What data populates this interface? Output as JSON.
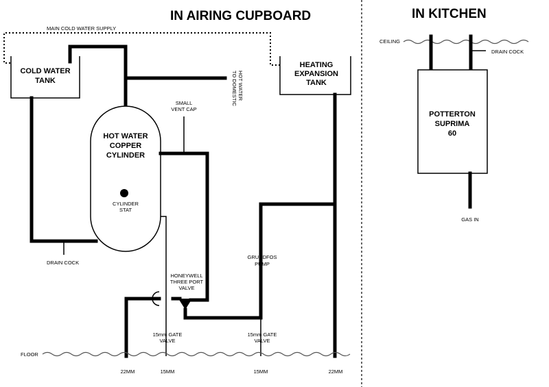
{
  "headings": {
    "airing_cupboard": "IN AIRING CUPBOARD",
    "kitchen": "IN KITCHEN"
  },
  "labels": {
    "main_supply": "MAIN COLD WATER SUPPLY",
    "cold_tank_1": "COLD WATER",
    "cold_tank_2": "TANK",
    "heating_tank_1": "HEATING",
    "heating_tank_2": "EXPANSION",
    "heating_tank_3": "TANK",
    "domestic_hot_1": "TO DOMESTIC",
    "domestic_hot_2": "HOT WATER",
    "vent_cap_1": "SMALL",
    "vent_cap_2": "VENT CAP",
    "cylinder_1": "HOT WATER",
    "cylinder_2": "COPPER",
    "cylinder_3": "CYLINDER",
    "cyl_stat_1": "CYLINDER",
    "cyl_stat_2": "STAT",
    "drain_cock_left": "DRAIN COCK",
    "pump_1": "GRUNDFOS",
    "pump_2": "PUMP",
    "valve_1": "HONEYWELL",
    "valve_2": "THREE PORT",
    "valve_3": "VALVE",
    "gate_left_1": "15mm GATE",
    "gate_left_2": "VALVE",
    "gate_right_1": "15mm GATE",
    "gate_right_2": "VALVE",
    "floor": "FLOOR",
    "pipe_22mm_left": "22MM",
    "pipe_15mm_left": "15MM",
    "pipe_15mm_right": "15MM",
    "pipe_22mm_right": "22MM",
    "ceiling": "CEILING",
    "drain_cock_right": "DRAIN COCK",
    "boiler_1": "POTTERTON",
    "boiler_2": "SUPRIMA",
    "boiler_3": "60",
    "gas_in": "GAS IN"
  }
}
